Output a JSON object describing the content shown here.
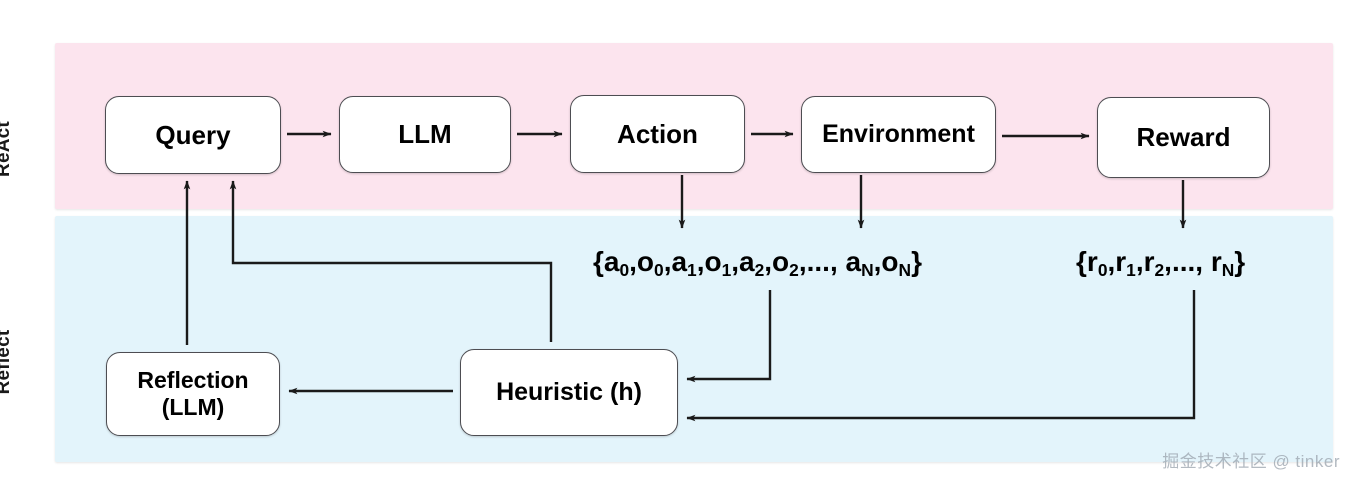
{
  "figure": {
    "bands": [
      {
        "id": "react",
        "label": "ReAct",
        "color": "#fce4ee"
      },
      {
        "id": "reflect",
        "label": "Reflect",
        "color": "#e3f4fb"
      }
    ],
    "nodes": {
      "query": "Query",
      "llm": "LLM",
      "action": "Action",
      "environment": "Environment",
      "reward": "Reward",
      "reflection_line1": "Reflection",
      "reflection_line2": "(LLM)",
      "heuristic": "Heuristic (h)"
    },
    "sequences": {
      "trajectory": {
        "open": "{",
        "close": "}",
        "items": [
          {
            "base": "a",
            "sub": "0"
          },
          {
            "base": "o",
            "sub": "0"
          },
          {
            "base": "a",
            "sub": "1"
          },
          {
            "base": "o",
            "sub": "1"
          },
          {
            "base": "a",
            "sub": "2"
          },
          {
            "base": "o",
            "sub": "2"
          },
          {
            "base": "...",
            "sub": ""
          },
          {
            "base": "a",
            "sub": "N"
          },
          {
            "base": "o",
            "sub": "N"
          }
        ],
        "plain": "{a0,o0,a1,o1,a2,o2,..., aN,oN}"
      },
      "rewards": {
        "open": "{",
        "close": "}",
        "items": [
          {
            "base": "r",
            "sub": "0"
          },
          {
            "base": "r",
            "sub": "1"
          },
          {
            "base": "r",
            "sub": "2"
          },
          {
            "base": "...",
            "sub": ""
          },
          {
            "base": "r",
            "sub": "N"
          }
        ],
        "plain": "{r0,r1,r2,..., rN}"
      }
    },
    "edges": [
      {
        "from": "query",
        "to": "llm",
        "kind": "straight-right"
      },
      {
        "from": "llm",
        "to": "action",
        "kind": "straight-right"
      },
      {
        "from": "action",
        "to": "environment",
        "kind": "straight-right"
      },
      {
        "from": "environment",
        "to": "reward",
        "kind": "straight-right"
      },
      {
        "from": "action",
        "to": "trajectory",
        "kind": "straight-down"
      },
      {
        "from": "environment",
        "to": "trajectory",
        "kind": "straight-down"
      },
      {
        "from": "reward",
        "to": "rewards",
        "kind": "straight-down"
      },
      {
        "from": "trajectory",
        "to": "heuristic",
        "kind": "elbow-down-left"
      },
      {
        "from": "rewards",
        "to": "heuristic",
        "kind": "elbow-down-left"
      },
      {
        "from": "heuristic",
        "to": "reflection",
        "kind": "straight-left"
      },
      {
        "from": "heuristic",
        "to": "query",
        "kind": "elbow-up-left-up"
      },
      {
        "from": "reflection",
        "to": "query",
        "kind": "straight-up"
      }
    ],
    "watermark": "掘金技术社区 @ tinker",
    "stroke_color": "#1a1a1a",
    "node_border_color": "#4d4d52"
  }
}
